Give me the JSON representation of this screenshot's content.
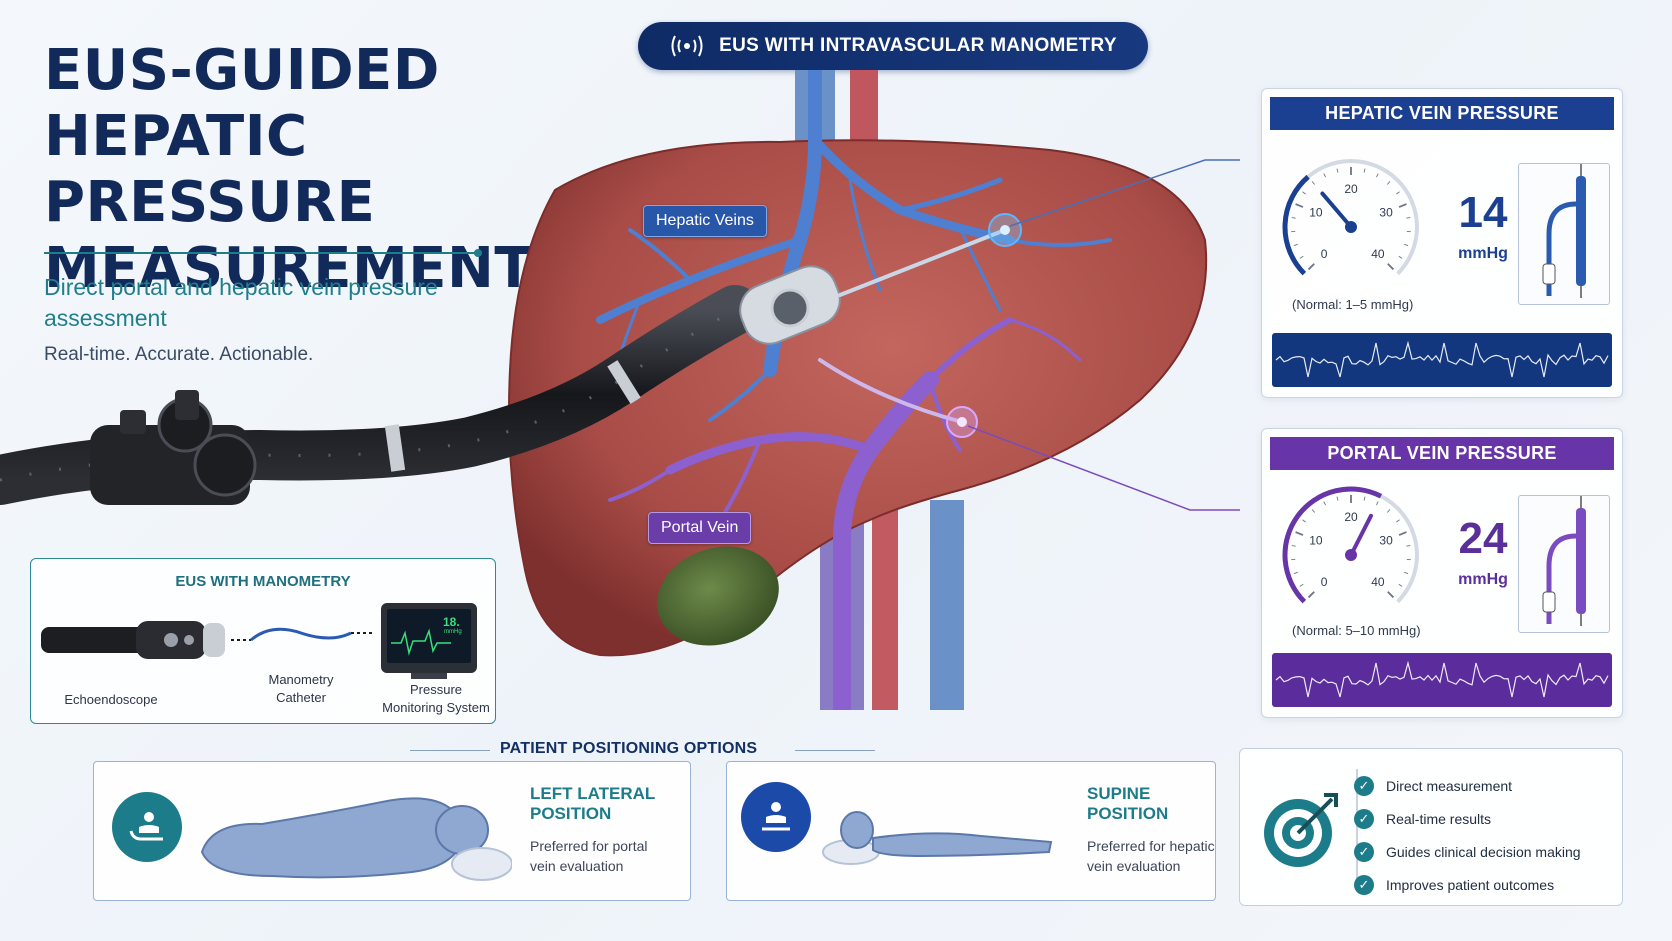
{
  "title": {
    "line1": "EUS-GUIDED",
    "line2": "HEPATIC PRESSURE",
    "line3": "MEASUREMENT"
  },
  "subtitle": "Direct portal and hepatic vein pressure assessment",
  "tagline": "Real-time. Accurate. Actionable.",
  "banner": {
    "label": "EUS WITH INTRAVASCULAR MANOMETRY",
    "icon": "ultrasound-waves-icon"
  },
  "anatomy": {
    "hepatic_veins_label": "Hepatic Veins",
    "portal_vein_label": "Portal Vein"
  },
  "hepatic_panel": {
    "title": "HEPATIC VEIN PRESSURE",
    "value": "14",
    "value_num": 14,
    "unit": "mmHg",
    "normal": "(Normal: 1–5 mmHg)",
    "ticks": [
      "0",
      "10",
      "20",
      "30",
      "40"
    ],
    "color": "#1b3f91"
  },
  "portal_panel": {
    "title": "PORTAL VEIN PRESSURE",
    "value": "24",
    "value_num": 24,
    "unit": "mmHg",
    "normal": "(Normal: 5–10 mmHg)",
    "ticks": [
      "0",
      "10",
      "20",
      "30",
      "40"
    ],
    "color": "#6735a8"
  },
  "manometry": {
    "title": "EUS WITH MANOMETRY",
    "echoendoscope": "Echoendoscope",
    "catheter_line1": "Manometry",
    "catheter_line2": "Catheter",
    "monitor_line1": "Pressure",
    "monitor_line2": "Monitoring System",
    "monitor_value": "18.",
    "monitor_unit": "mmHg"
  },
  "positioning": {
    "heading": "PATIENT POSITIONING OPTIONS",
    "left": {
      "title_line1": "LEFT LATERAL",
      "title_line2": "POSITION",
      "desc_line1": "Preferred for portal",
      "desc_line2": "vein evaluation",
      "icon": "patient-lateral-icon"
    },
    "right": {
      "title_line1": "SUPINE",
      "title_line2": "POSITION",
      "desc_line1": "Preferred for hepatic",
      "desc_line2": "vein evaluation",
      "icon": "patient-supine-icon"
    }
  },
  "benefits": {
    "icon": "target-icon",
    "items": [
      "Direct measurement",
      "Real-time results",
      "Guides clinical decision making",
      "Improves patient outcomes"
    ]
  }
}
